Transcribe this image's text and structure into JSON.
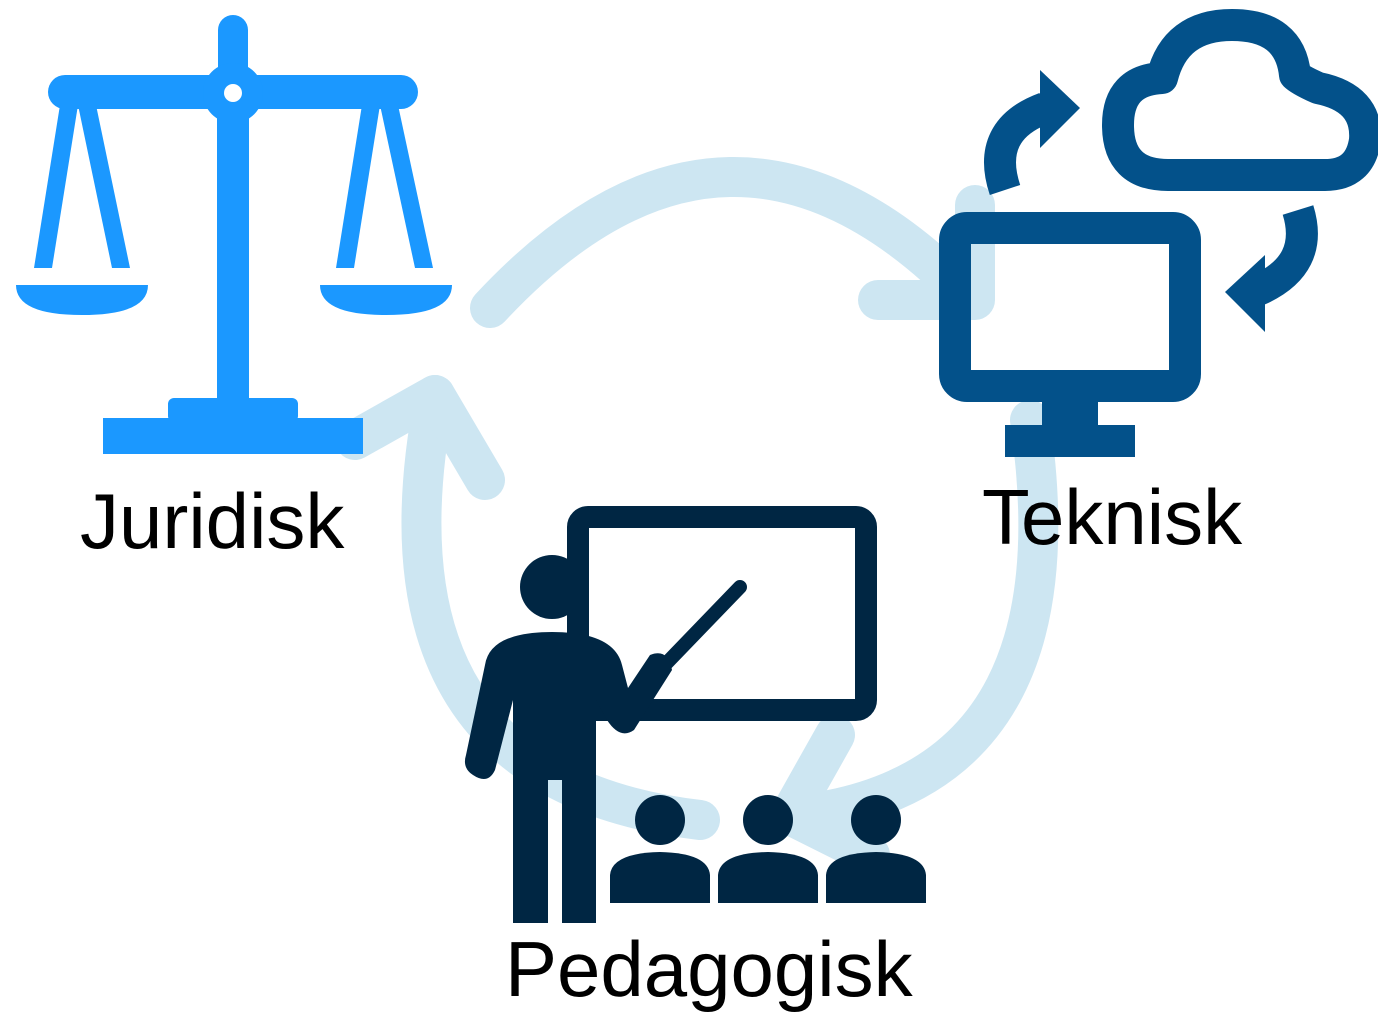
{
  "labels": {
    "juridisk": "Juridisk",
    "teknisk": "Teknisk",
    "pedagogisk": "Pedagogisk"
  },
  "icons": {
    "juridisk": "scales-of-justice-icon",
    "teknisk": "computer-cloud-sync-icon",
    "pedagogisk": "teacher-classroom-icon"
  },
  "colors": {
    "cycle_arrows": "#cde6f2",
    "juridisk_icon": "#1b98ff",
    "teknisk_icon": "#03518a",
    "pedagogisk_icon": "#002643",
    "text": "#000000",
    "background": "#ffffff"
  }
}
